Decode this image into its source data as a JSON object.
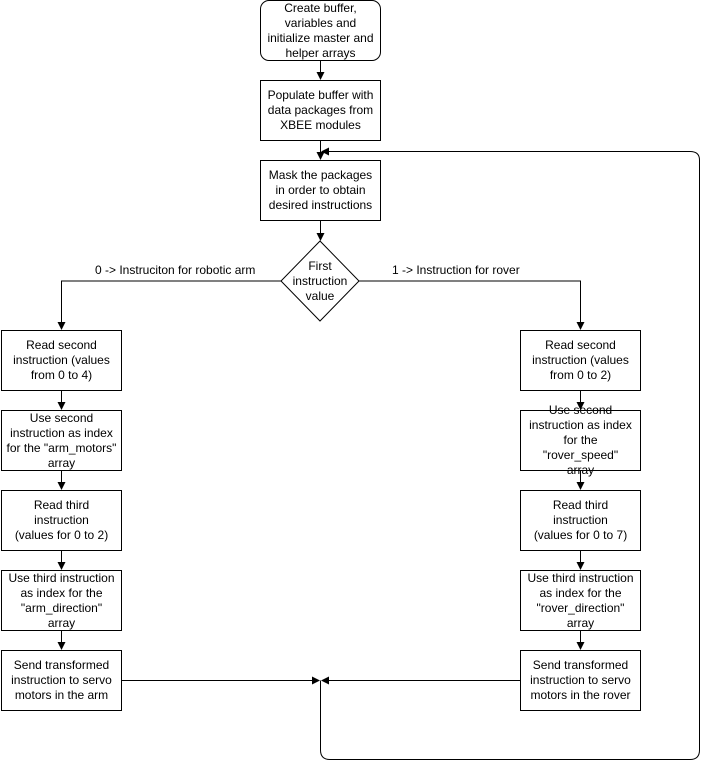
{
  "nodes": {
    "start": "Create buffer,\nvariables and\ninitialize master and\nhelper arrays",
    "populate": "Populate buffer with\ndata packages from\nXBEE modules",
    "mask": "Mask the packages\nin order to obtain\ndesired instructions",
    "decision": "First\ninstruction\nvalue",
    "arm_read_second": "Read second\ninstruction (values\nfrom 0  to 4)",
    "arm_use_second": "Use second\ninstruction as index\nfor the \"arm_motors\"\narray",
    "arm_read_third": "Read third instruction\n(values for 0 to 2)",
    "arm_use_third": "Use third instruction\nas index for the\n\"arm_direction\" array",
    "arm_send": "Send transformed\ninstruction to servo\nmotors in the arm",
    "rover_read_second": "Read second\ninstruction (values\nfrom 0  to 2)",
    "rover_use_second": "Use second\ninstruction as index\nfor the \"rover_speed\"\narray",
    "rover_read_third": "Read third instruction\n(values for 0 to 7)",
    "rover_use_third": "Use third instruction\nas index for the\n\"rover_direction\"\narray",
    "rover_send": "Send transformed\ninstruction to servo\nmotors in the rover"
  },
  "edge_labels": {
    "left_branch": "0 -> Instruciton for robotic arm",
    "right_branch": "1 -> Instruction for rover"
  }
}
